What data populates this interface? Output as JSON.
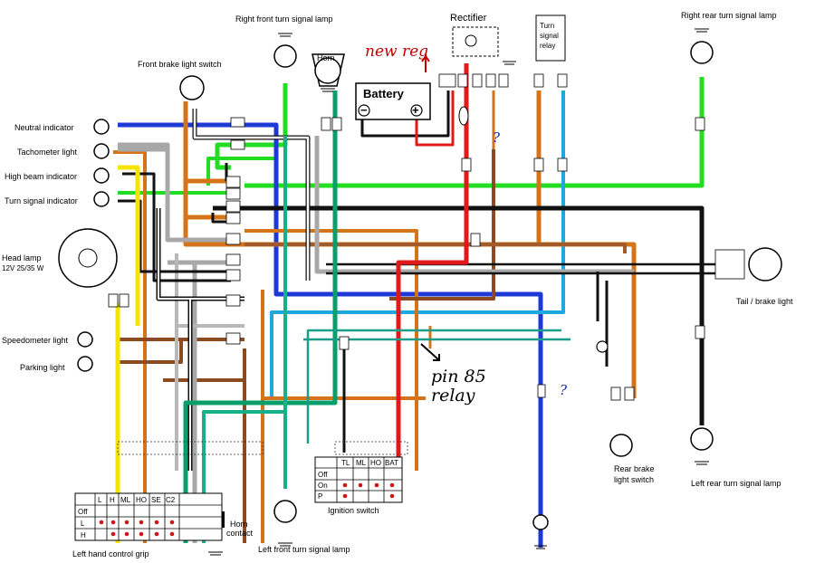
{
  "labels": {
    "right_front_turn": "Right front turn signal lamp",
    "right_rear_turn": "Right rear turn signal lamp",
    "front_brake_switch": "Front brake light switch",
    "neutral_indicator": "Neutral indicator",
    "tachometer_light": "Tachometer light",
    "high_beam_indicator": "High beam indicator",
    "turn_signal_indicator": "Turn signal indicator",
    "head_lamp": "Head lamp",
    "head_lamp_spec": "12V  25/35 W",
    "speedometer_light": "Speedometer light",
    "parking_light": "Parking light",
    "horn": "Horn",
    "battery": "Battery",
    "battery_minus": "−",
    "battery_plus": "+",
    "rectifier": "Rectifier",
    "relay_line1": "Turn",
    "relay_line2": "signal",
    "relay_line3": "relay",
    "new_reg": "new reg",
    "pin_85": "pin 85",
    "relay": "relay",
    "question": "?",
    "tail_brake_light": "Tail / brake light",
    "rear_brake_line1": "Rear brake",
    "rear_brake_line2": "light switch",
    "left_rear_turn": "Left rear  turn signal lamp",
    "ignition_switch": "Ignition switch",
    "left_front_turn": "Left front turn signal lamp",
    "left_grip": "Left hand control grip",
    "horn_contact_1": "Horn",
    "horn_contact_2": "contact"
  },
  "ignition": {
    "columns": [
      "TL",
      "ML",
      "HO",
      "BAT"
    ],
    "rows": [
      "Off",
      "On",
      "P"
    ]
  },
  "grip": {
    "columns": [
      "L",
      "H",
      "ML",
      "HO",
      "SE",
      "C2"
    ],
    "rows": [
      "Off",
      "L",
      "H"
    ]
  },
  "colors": {
    "wire_green": "#22dd22",
    "wire_blue": "#1d3ad6",
    "wire_light_blue": "#1fa8e0",
    "wire_orange": "#d4731a",
    "wire_brown": "#8b4a1f",
    "wire_grey": "#a8a8a8",
    "wire_black": "#111111",
    "wire_red": "#e01a1a",
    "wire_yellow": "#f5e400",
    "wire_teal": "#0a9e6b",
    "annotation_red": "#c00000",
    "annotation_blue": "#1a2fa0"
  }
}
